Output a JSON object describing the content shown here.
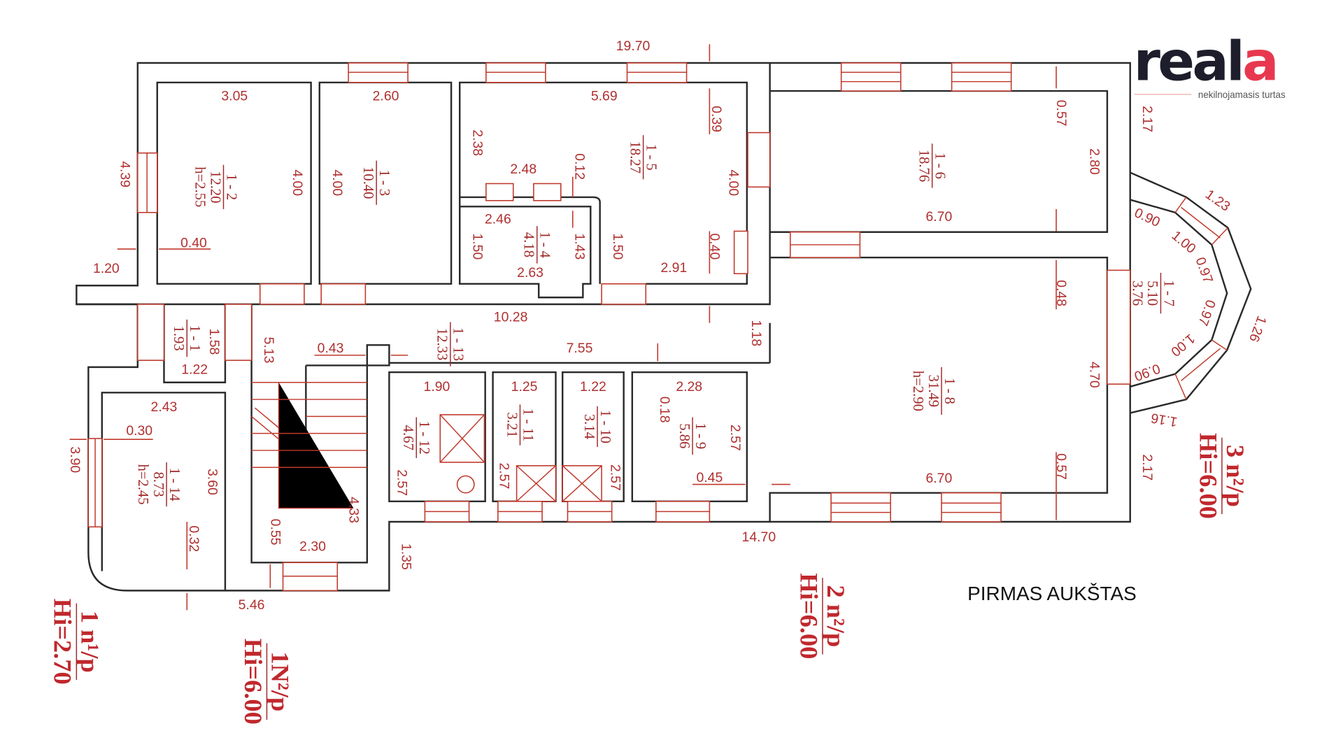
{
  "logo": {
    "word_main": "real",
    "word_accent": "a",
    "tagline": "nekilnojamasis turtas",
    "accent_color": "#e8384f",
    "main_color": "#1d1d2b"
  },
  "title": "PIRMAS AUKŠTAS",
  "rooms": [
    {
      "id": "1 - 2",
      "area": "12.20",
      "height": "h=2.55"
    },
    {
      "id": "1 - 3",
      "area": "10.40"
    },
    {
      "id": "1 - 5",
      "area": "18.27"
    },
    {
      "id": "1 - 4",
      "area": "4.18"
    },
    {
      "id": "1 - 6",
      "area": "18.76"
    },
    {
      "id": "1 - 7",
      "area": "5.10",
      "extra": "3.76"
    },
    {
      "id": "1 - 8",
      "area": "31.49",
      "height": "h=2.90"
    },
    {
      "id": "1 - 13",
      "area": "12.33"
    },
    {
      "id": "1 - 1",
      "area": "1.93"
    },
    {
      "id": "1 - 12",
      "area": "4.67"
    },
    {
      "id": "1 - 11",
      "area": "3.21"
    },
    {
      "id": "1 - 10",
      "area": "3.14"
    },
    {
      "id": "1 - 9",
      "area": "5.86"
    },
    {
      "id": "1 - 14",
      "area": "8.73",
      "height": "h=2.45"
    }
  ],
  "dims_h": [
    "19.70",
    "3.05",
    "2.60",
    "5.69",
    "2.48",
    "2.46",
    "2.63",
    "2.91",
    "0.40",
    "1.20",
    "10.28",
    "0.43",
    "7.55",
    "1.22",
    "1.90",
    "1.25",
    "1.22",
    "2.28",
    "2.43",
    "0.30",
    "0.45",
    "6.70",
    "6.70",
    "14.70",
    "2.30",
    "5.46"
  ],
  "dims_v": [
    "4.39",
    "4.00",
    "4.00",
    "2.38",
    "0.39",
    "0.12",
    "4.00",
    "1.50",
    "1.43",
    "1.50",
    "0.40",
    "0.57",
    "2.80",
    "2.17",
    "0.48",
    "1.18",
    "4.70",
    "0.57",
    "2.17",
    "5.13",
    "1.58",
    "3.90",
    "3.60",
    "0.32",
    "4.33",
    "0.55",
    "1.35",
    "0.18",
    "2.57",
    "2.57",
    "2.57",
    "2.57"
  ],
  "dims_bay": [
    "1.23",
    "0.90",
    "1.00",
    "0.97",
    "0.97",
    "1.26",
    "1.00",
    "0.90",
    "1.16"
  ],
  "heights": [
    {
      "label": "1 n¹/p",
      "value": "Hi=2.70"
    },
    {
      "label": "1N²/p",
      "value": "Hi=6.00"
    },
    {
      "label": "2 n²/p",
      "value": "Hi=6.00"
    },
    {
      "label": "3 n²/p",
      "value": "Hi=6.00"
    }
  ]
}
